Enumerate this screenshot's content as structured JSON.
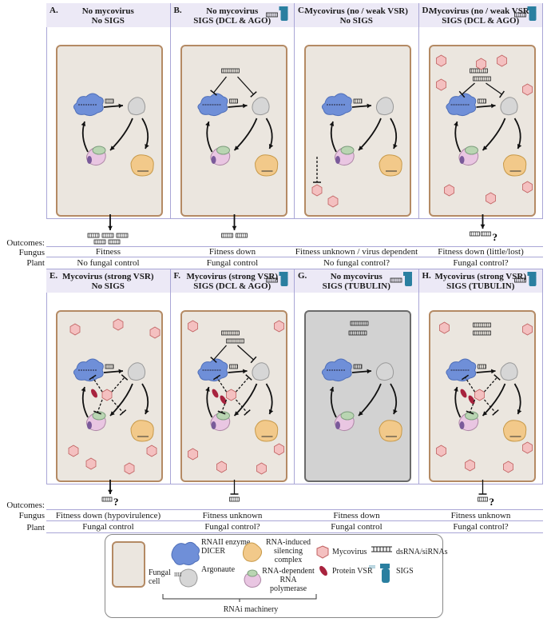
{
  "panels_top": [
    {
      "letter": "A.",
      "line1": "No  mycovirus",
      "line2": "No SIGS",
      "fungus": "Fitness",
      "plant": "No fungal control"
    },
    {
      "letter": "B.",
      "line1": "No mycovirus",
      "line2": "SIGS (DCL & AGO)",
      "fungus": "Fitness down",
      "plant": "Fungal control"
    },
    {
      "letter": "C.",
      "line1": "Mycovirus (no / weak VSR)",
      "line2": "No SIGS",
      "fungus": "Fitness unknown / virus dependent",
      "plant": "No fungal control?"
    },
    {
      "letter": "D.",
      "line1": "Mycovirus (no / weak VSR)",
      "line2": "SIGS (DCL & AGO)",
      "fungus": "Fitness down (little/lost)",
      "plant": "Fungal control?"
    }
  ],
  "panels_bottom": [
    {
      "letter": "E.",
      "line1": "Mycovirus (strong VSR)",
      "line2": "No SIGS",
      "fungus": "Fitness down (hypovirulence)",
      "plant": "Fungal control"
    },
    {
      "letter": "F.",
      "line1": "Mycovirus (strong VSR)",
      "line2": "SIGS (DCL & AGO)",
      "fungus": "Fitness unknown",
      "plant": "Fungal control?"
    },
    {
      "letter": "G.",
      "line1": "No mycovirus",
      "line2": "SIGS (TUBULIN)",
      "fungus": "Fitness down",
      "plant": "Fungal control"
    },
    {
      "letter": "H.",
      "line1": "Mycovirus (strong VSR)",
      "line2": "SIGS (TUBULIN)",
      "fungus": "Fitness unknown",
      "plant": "Fungal control?"
    }
  ],
  "row_labels": {
    "outcomes": "Outcomes:",
    "fungus": "Fungus",
    "plant": "Plant"
  },
  "legend": {
    "fungal_cell": "Fungal cell",
    "dicer": "RNAII enzyme DICER",
    "argonaute": "Argonaute",
    "risc": "RNA-induced silencing complex",
    "rdrp": "RNA-dependent RNA polymerase",
    "mycovirus": "Mycovirus",
    "protein_vsr": "Protein VSR",
    "dsrna": "dsRNA/siRNAs",
    "sigs": "SIGS",
    "machinery": "RNAi machinery"
  },
  "colors": {
    "panel_header": "#ece9f6",
    "panel_border": "#a9a6d6",
    "cell_fill": "#ebe6df",
    "cell_border": "#b48a64",
    "dicer": "#6f8fd8",
    "argonaute": "#d6d6d6",
    "risc": "#f2c98a",
    "rdrp": "#e9c6e2",
    "mycovirus": "#f4c0c0",
    "vsr": "#a8233e",
    "spray": "#2a7fa0"
  },
  "glyphs": {
    "question": "?"
  }
}
